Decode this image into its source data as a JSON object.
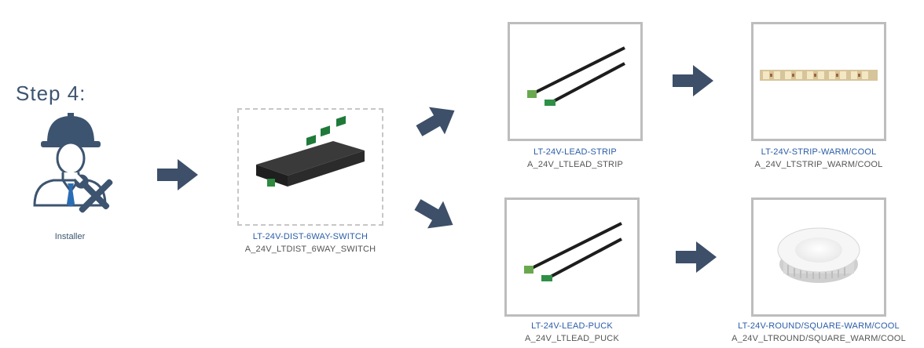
{
  "step": {
    "title": "Step 4:"
  },
  "installer": {
    "label": "Installer",
    "icon": "installer-icon"
  },
  "colors": {
    "arrow": "#3d4f69",
    "code": "#2a5da8",
    "part": "#555555",
    "installer": "#3d5470"
  },
  "products": {
    "distributor": {
      "code": "LT-24V-DIST-6WAY-SWITCH",
      "part": "A_24V_LTDIST_6WAY_SWITCH"
    },
    "lead_strip": {
      "code": "LT-24V-LEAD-STRIP",
      "part": "A_24V_LTLEAD_STRIP"
    },
    "strip": {
      "code": "LT-24V-STRIP-WARM/COOL",
      "part": "A_24V_LTSTRIP_WARM/COOL"
    },
    "lead_puck": {
      "code": "LT-24V-LEAD-PUCK",
      "part": "A_24V_LTLEAD_PUCK"
    },
    "puck": {
      "code": "LT-24V-ROUND/SQUARE-WARM/COOL",
      "part": "A_24V_LTROUND/SQUARE_WARM/COOL"
    }
  }
}
